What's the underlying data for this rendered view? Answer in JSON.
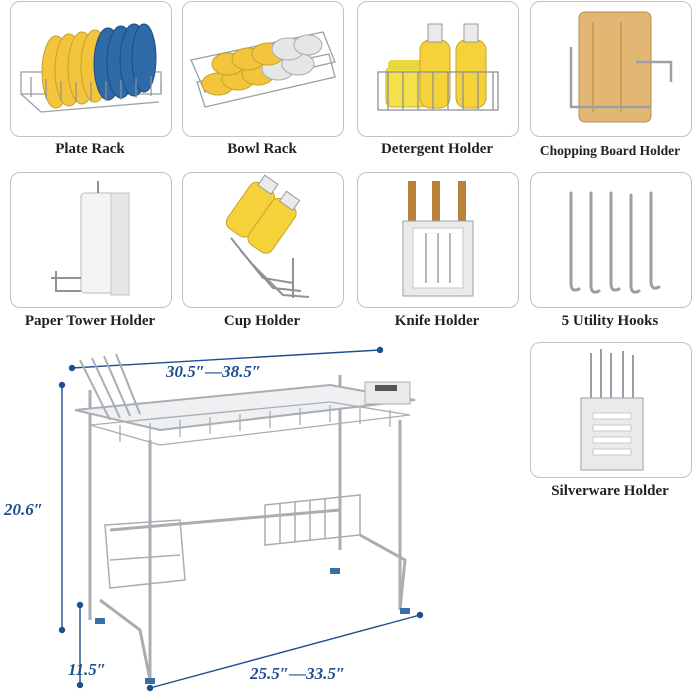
{
  "items": [
    {
      "label": "Plate Rack"
    },
    {
      "label": "Bowl Rack"
    },
    {
      "label": "Detergent Holder"
    },
    {
      "label": "Chopping Board Holder"
    },
    {
      "label": "Paper Tower Holder"
    },
    {
      "label": "Cup Holder"
    },
    {
      "label": "Knife Holder"
    },
    {
      "label": "5 Utility Hooks"
    },
    {
      "label": "Silverware Holder"
    }
  ],
  "dimensions": {
    "top_width": "30.5″—38.5″",
    "height": "20.6″",
    "depth": "11.5″",
    "bottom_width": "25.5″—33.5″"
  },
  "colors": {
    "border": "#b9c6c6",
    "dimension_text": "#1f4e8f",
    "plate_yellow": "#f2c53d",
    "plate_blue": "#2e6aa8",
    "bottle_yellow": "#f5d23a"
  }
}
